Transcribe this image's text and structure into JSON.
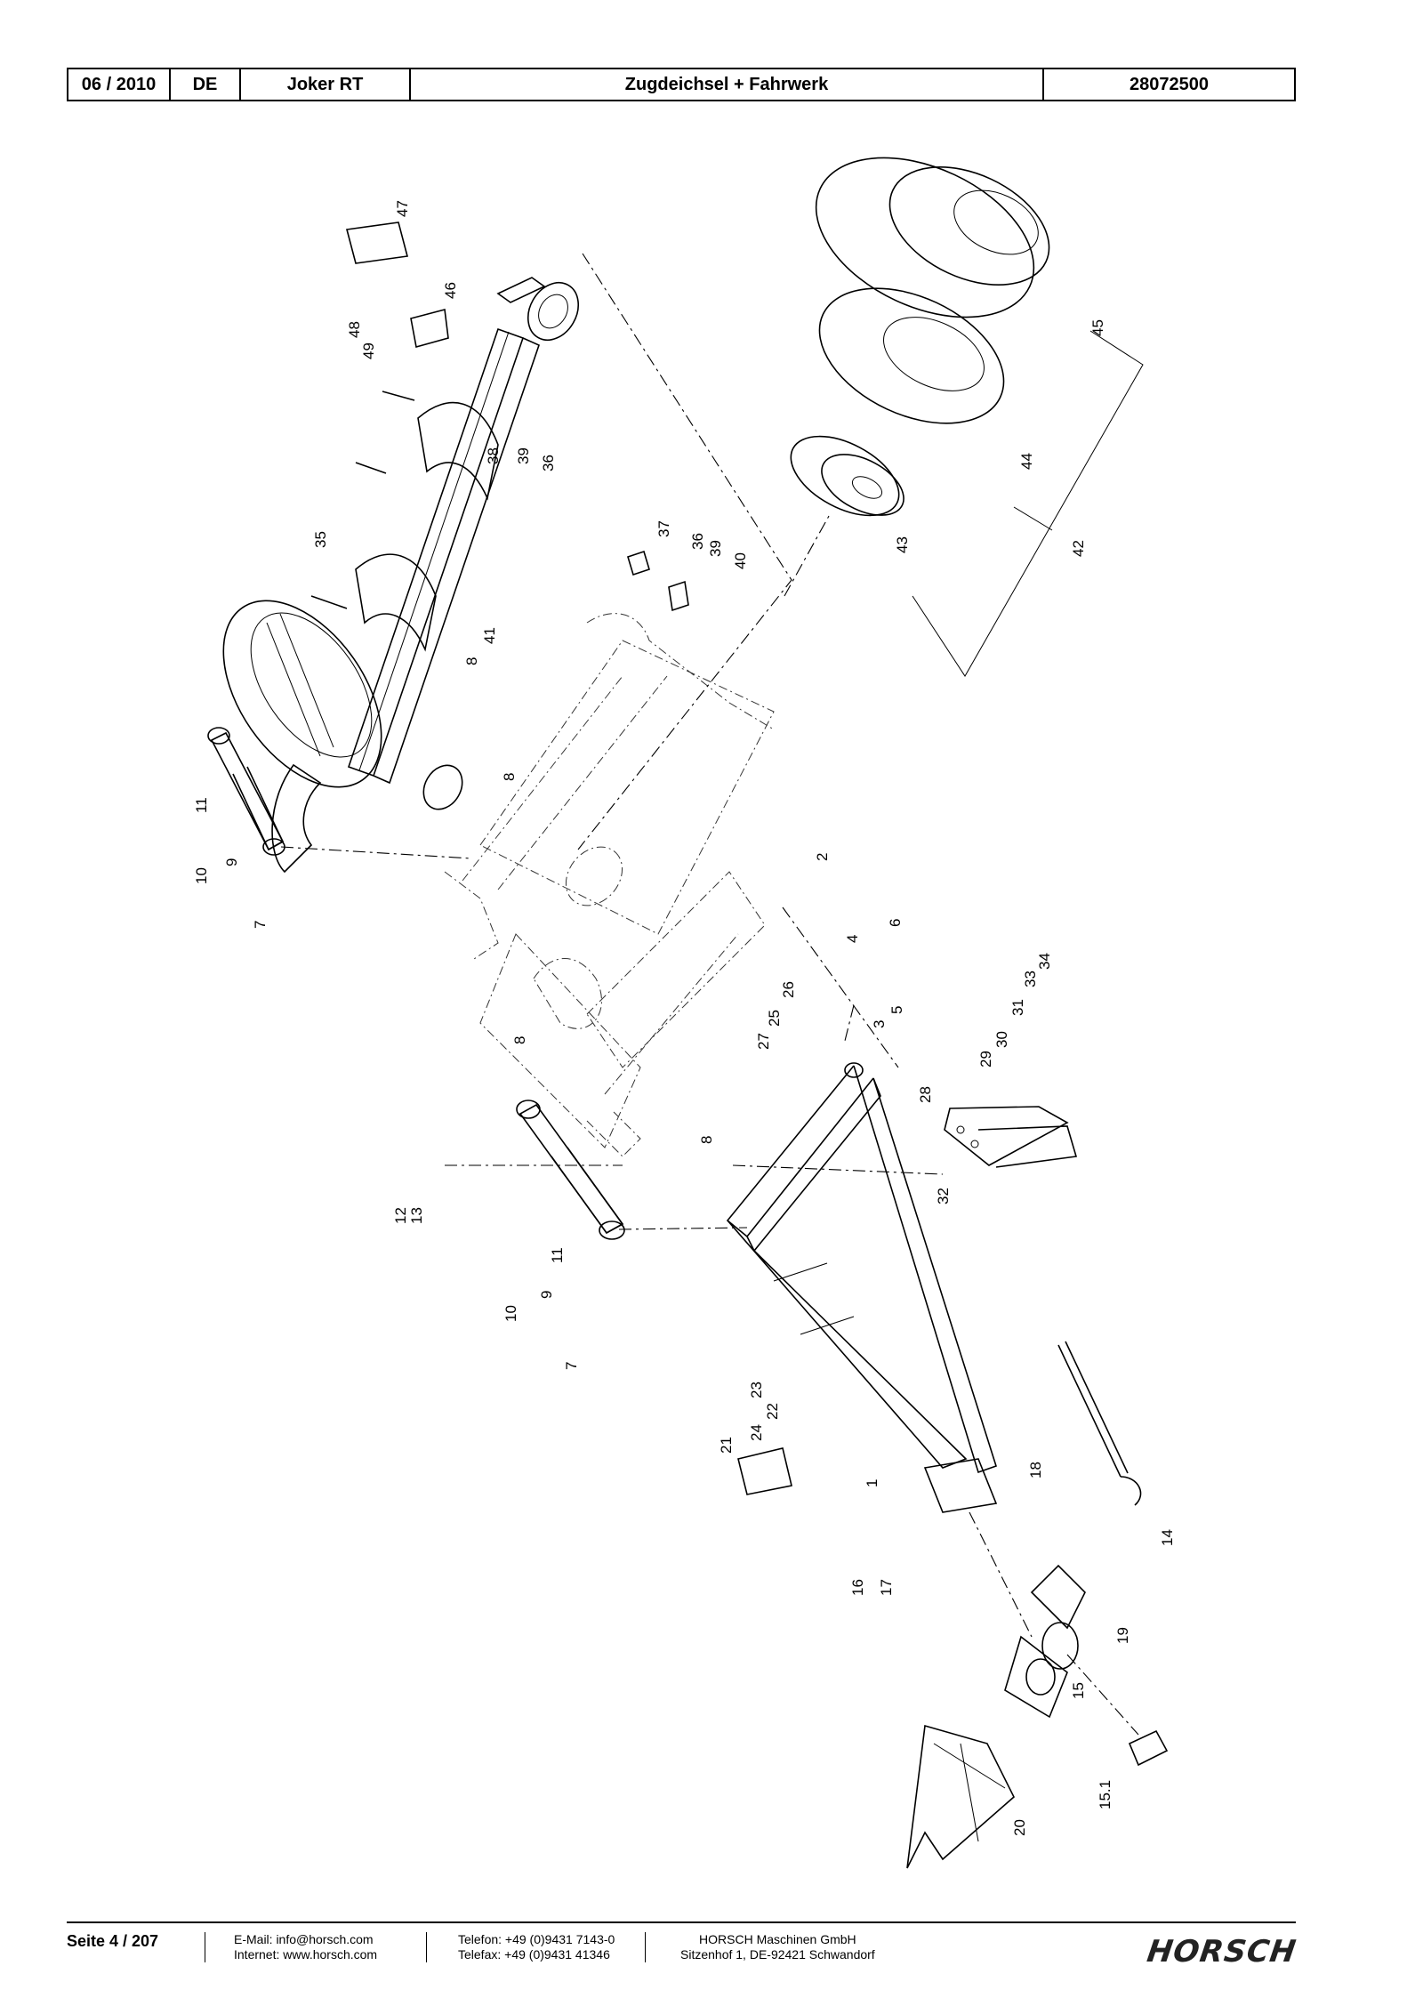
{
  "header": {
    "date": "06 / 2010",
    "lang": "DE",
    "machine": "Joker RT",
    "title": "Zugdeichsel + Fahrwerk",
    "docno": "28072500"
  },
  "labels": [
    "47",
    "46",
    "48",
    "49",
    "38",
    "39",
    "36",
    "37",
    "36",
    "39",
    "40",
    "35",
    "41",
    "8",
    "8",
    "11",
    "9",
    "10",
    "7",
    "2",
    "4",
    "6",
    "3",
    "5",
    "26",
    "25",
    "27",
    "8",
    "44",
    "43",
    "45",
    "42",
    "28",
    "29",
    "30",
    "31",
    "33",
    "34",
    "32",
    "8",
    "12",
    "13",
    "11",
    "9",
    "10",
    "7",
    "23",
    "22",
    "24",
    "21",
    "18",
    "1",
    "16",
    "17",
    "14",
    "19",
    "15",
    "15.1",
    "20"
  ],
  "footer": {
    "page": "Seite 4 / 207",
    "email": "E-Mail: info@horsch.com",
    "web": "Internet: www.horsch.com",
    "phone": "Telefon: +49 (0)9431 7143-0",
    "fax": "Telefax: +49 (0)9431 41346",
    "company": "HORSCH Maschinen GmbH",
    "address": "Sitzenhof 1, DE-92421 Schwandorf",
    "logo": "HORSCH"
  }
}
